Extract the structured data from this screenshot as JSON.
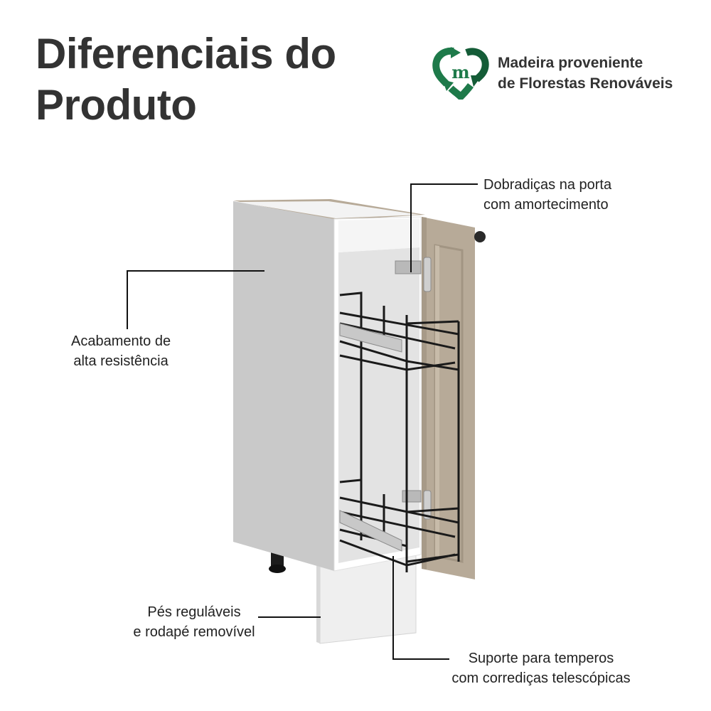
{
  "header": {
    "title_line1": "Diferenciais do",
    "title_line2": "Produto"
  },
  "badge": {
    "icon": "recycle-heart-m-icon",
    "line1": "Madeira proveniente",
    "line2": "de Florestas Renováveis",
    "color": "#1e7a4a"
  },
  "product": {
    "name": "kitchen-base-cabinet-with-spice-rack",
    "body_color": "#e6e6e6",
    "side_color": "#c9c9c9",
    "door_color": "#b7aa98",
    "wire_color": "#1a1a1a"
  },
  "callouts": [
    {
      "id": "hinges",
      "line1": "Dobradiças na porta",
      "line2": "com amortecimento"
    },
    {
      "id": "finish",
      "line1": "Acabamento de",
      "line2": "alta resistência"
    },
    {
      "id": "feet",
      "line1": "Pés reguláveis",
      "line2": "e rodapé removível"
    },
    {
      "id": "rack",
      "line1": "Suporte para temperos",
      "line2": "com corrediças telescópicas"
    }
  ]
}
